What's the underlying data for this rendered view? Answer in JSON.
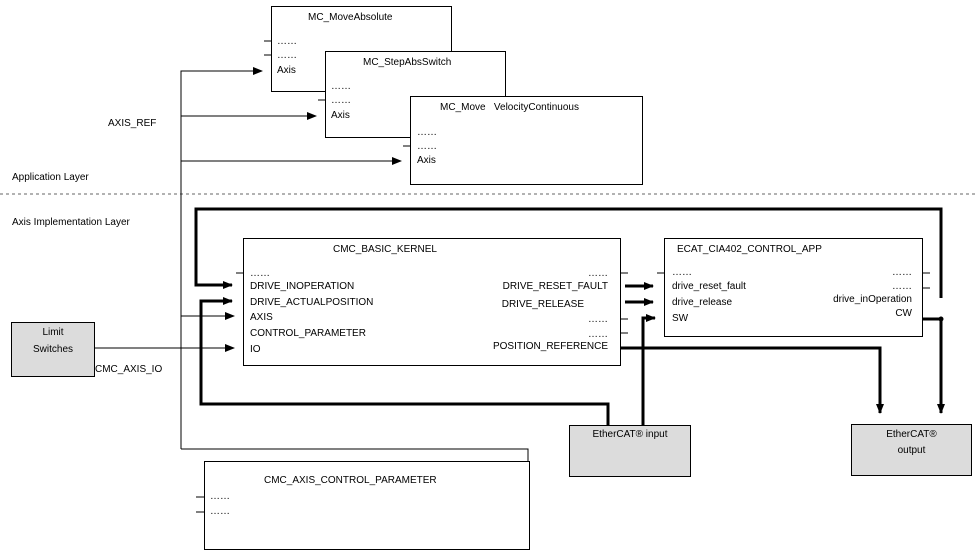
{
  "layers": {
    "application": "Application Layer",
    "implementation": "Axis Implementation Layer"
  },
  "labels": {
    "axis_ref": "AXIS_REF",
    "cmc_axis_io": "CMC_AXIS_IO"
  },
  "fb_move_absolute": {
    "title": "MC_MoveAbsolute",
    "p1": "……",
    "p2": "……",
    "p3": "Axis"
  },
  "fb_step_abs_switch": {
    "title": "MC_StepAbsSwitch",
    "p1": "……",
    "p2": "……",
    "p3": "Axis"
  },
  "fb_move_velocity": {
    "title": "MC_Move   VelocityContinuous",
    "p1": "……",
    "p2": "……",
    "p3": "Axis"
  },
  "kernel": {
    "title": "CMC_BASIC_KERNEL",
    "inputs": [
      "……",
      "DRIVE_INOPERATION",
      "DRIVE_ACTUALPOSITION",
      "AXIS",
      "CONTROL_PARAMETER",
      "IO"
    ],
    "outputs": [
      "……",
      "DRIVE_RESET_FAULT",
      "DRIVE_RELEASE",
      "……",
      "……",
      "POSITION_REFERENCE"
    ]
  },
  "control_app": {
    "title": "ECAT_CIA402_CONTROL_APP",
    "inputs": [
      "……",
      "drive_reset_fault",
      "drive_release",
      "SW"
    ],
    "outputs": [
      "……",
      "……",
      "drive_inOperation",
      "CW"
    ]
  },
  "limit_switches": {
    "line1": "Limit",
    "line2": "Switches"
  },
  "ethercat_input": {
    "label": "EtherCAT® input"
  },
  "ethercat_output": {
    "line1": "EtherCAT®",
    "line2": "output"
  },
  "axis_control_param": {
    "title": "CMC_AXIS_CONTROL_PARAMETER",
    "p1": "……",
    "p2": "……"
  }
}
